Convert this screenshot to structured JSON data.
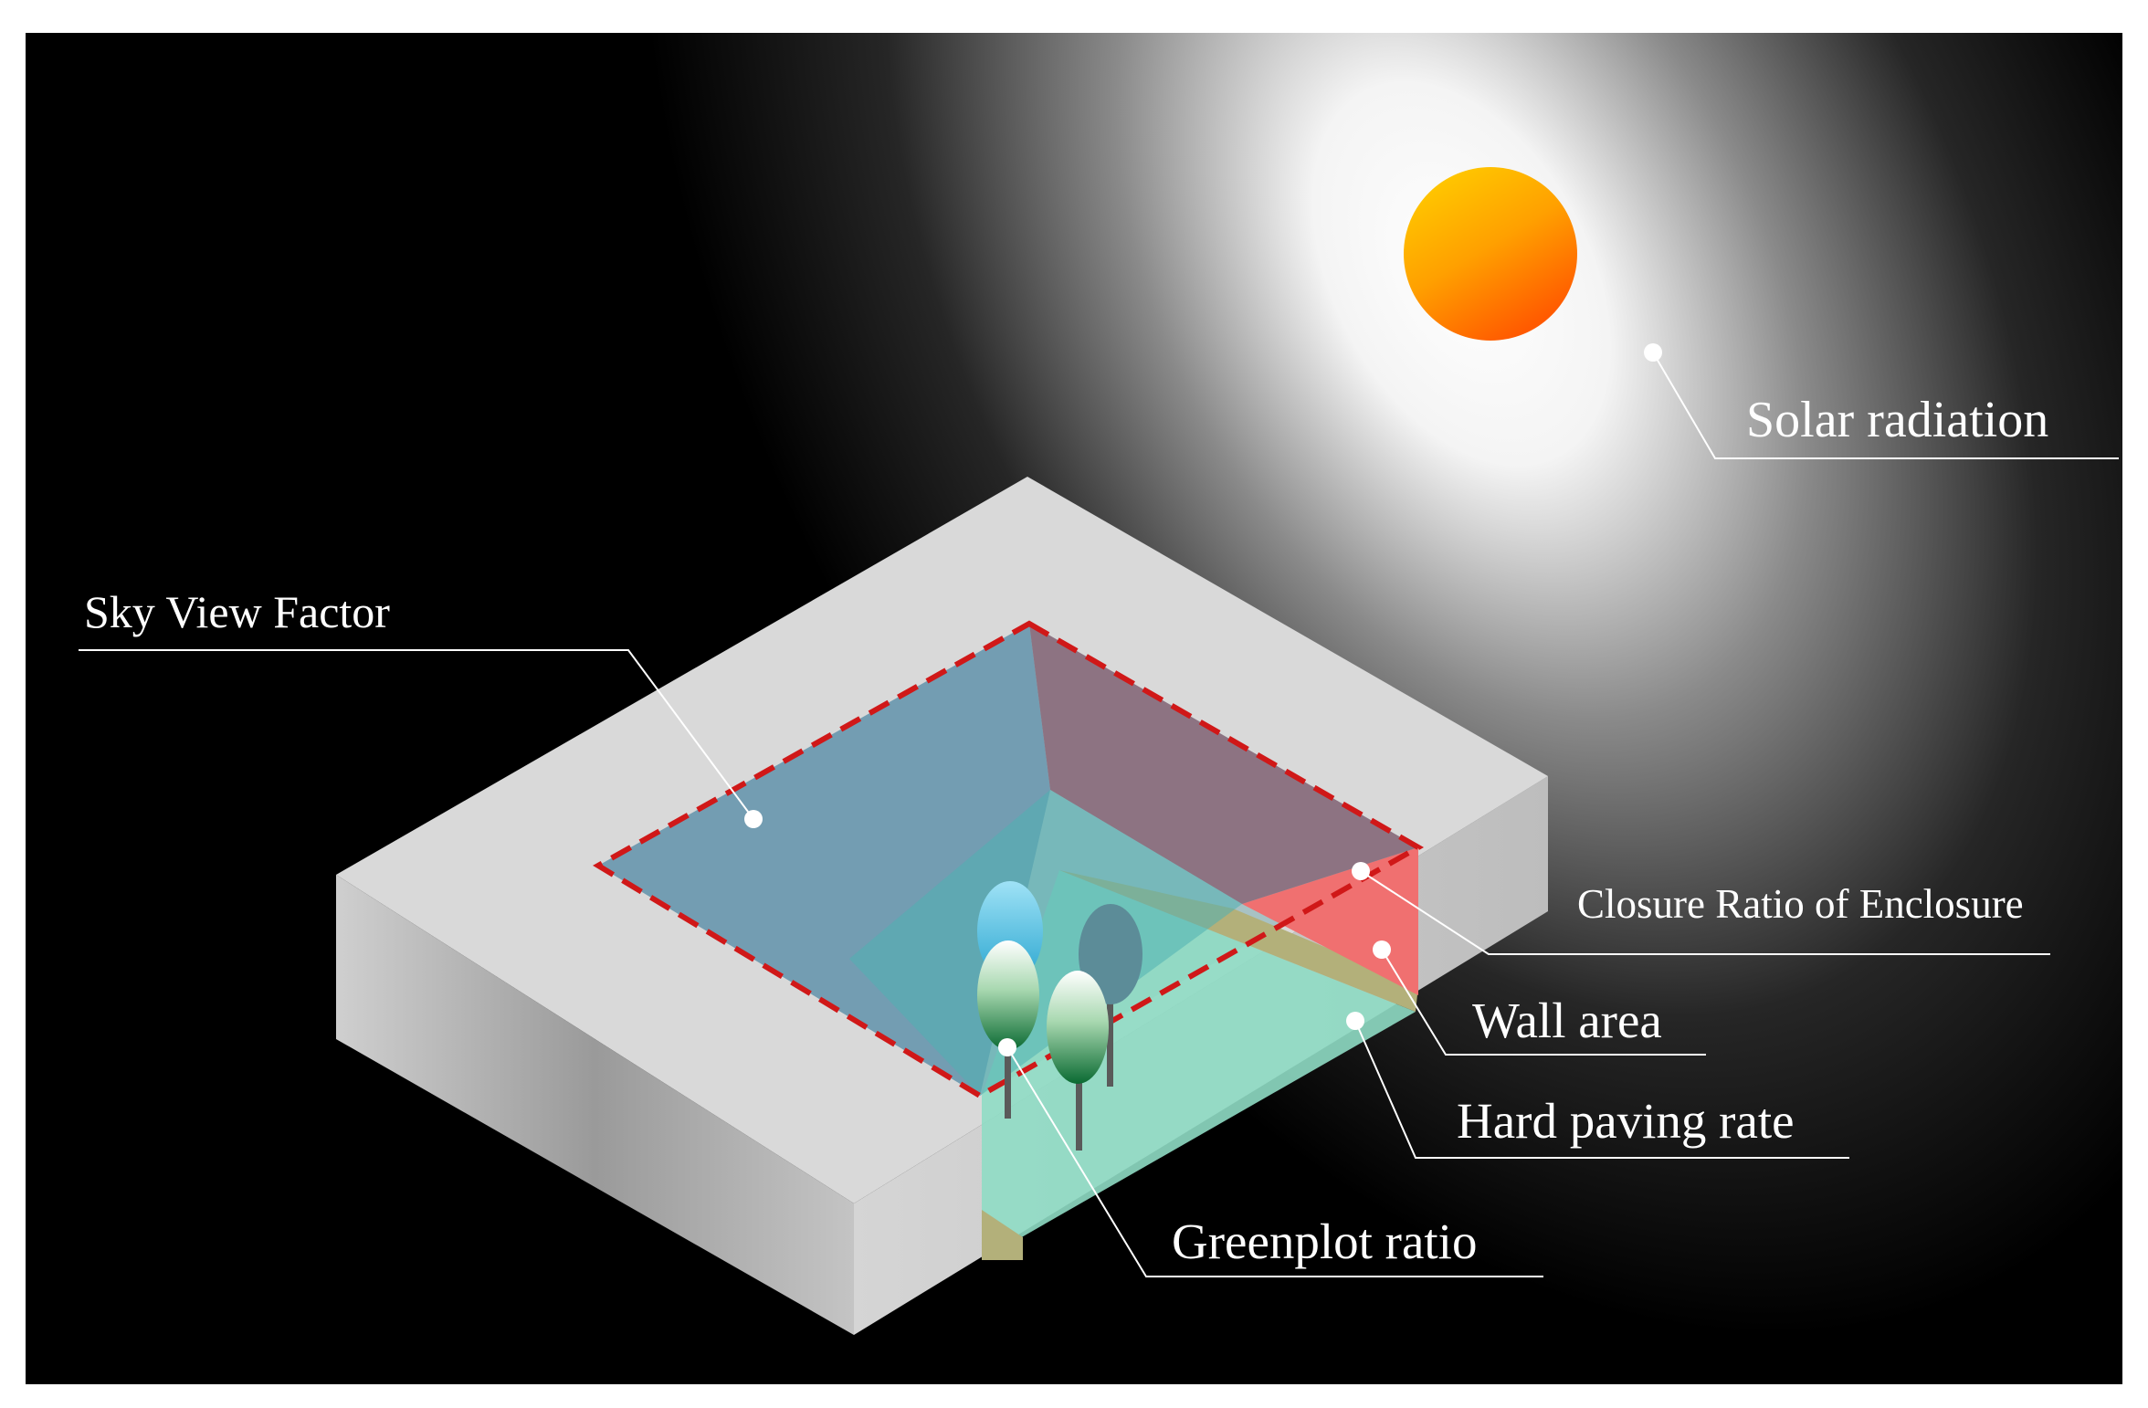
{
  "labels": {
    "solar_radiation": "Solar radiation",
    "sky_view_factor": "Sky View Factor",
    "closure_ratio": "Closure Ratio of Enclosure",
    "wall_area": "Wall area",
    "hard_paving_rate": "Hard paving rate",
    "greenplot_ratio": "Greenplot ratio"
  },
  "colors": {
    "background": "#000000",
    "sun_top": "#ffd200",
    "sun_bottom": "#ff6a00",
    "sky_view_blue": "#6f9ab0",
    "sky_view_mauve": "#8b6f7e",
    "enclosure_red": "#f07070",
    "paving_olive": "#b5b57a",
    "green_area": "#7fd8c0",
    "outline_dash": "#d01818",
    "building": "#d9d9d9"
  }
}
